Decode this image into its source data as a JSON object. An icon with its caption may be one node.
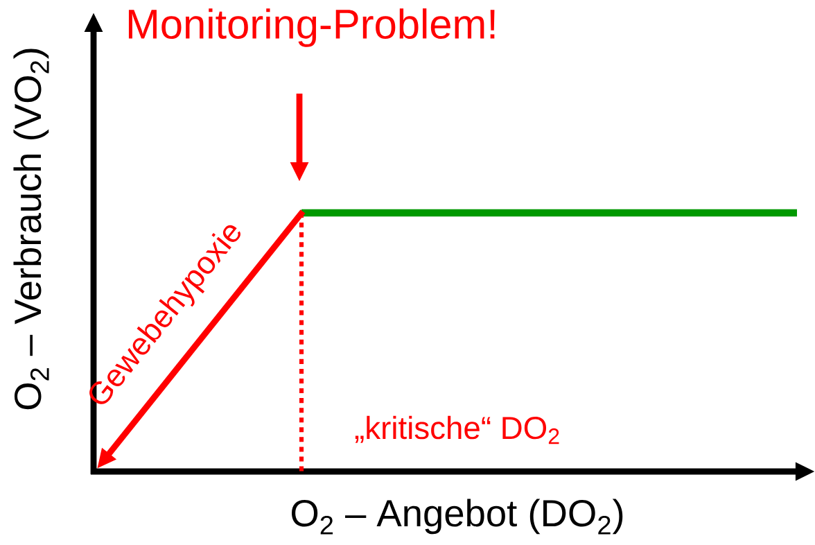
{
  "diagram": {
    "nodes": [
      {
        "text": [
          "Monitoring-Problem!"
        ]
      }
    ],
    "labels": [
      "O$_{2}$ – Verbrauch (VO$_{2}$)",
      "Gewebehypoxie",
      "„kritische“ DO$_{2}$",
      "O$_{2}$ – Angebot (DO$_{2}$)"
    ]
  }
}
